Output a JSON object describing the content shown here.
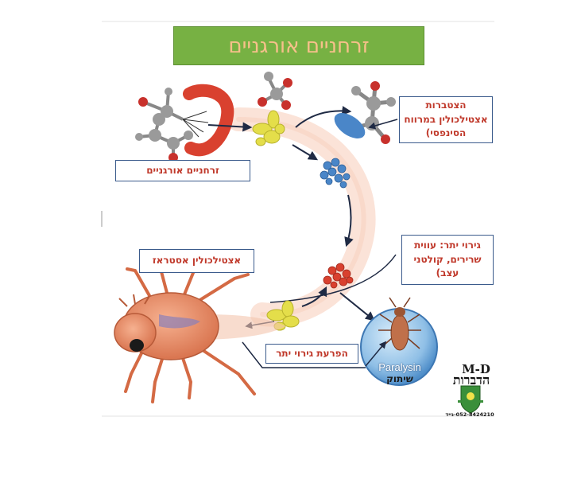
{
  "title": "זרחניים אורגניים",
  "labels": {
    "organophosphates": "זרחניים אורגניים",
    "accumulation": "הצטברות אצטילכולין במרווח הסינפסי)",
    "acetylcholinesterase": "אצטילכולין אסטראז",
    "excess_stimulation": "גירוי יתר: עווית שרירים, קולטני עצב)",
    "disruption": "הפרעת גירוי יתר"
  },
  "paralysis": {
    "english": "Paralysin",
    "hebrew": "שיתוק"
  },
  "logo": {
    "top_text": "M-D",
    "name": "הדברות",
    "phone": "052-8424210-נייד"
  },
  "colors": {
    "title_bg": "#77b143",
    "title_text": "#f6c08a",
    "label_text": "#c0392b",
    "label_border": "#3b5b8c",
    "cycle_band": "#fbe3d8",
    "enzyme_red": "#d9412f",
    "enzyme_blue": "#4a86c8",
    "enzyme_yellow": "#e4de4a",
    "mite_body": "#e88a64"
  }
}
